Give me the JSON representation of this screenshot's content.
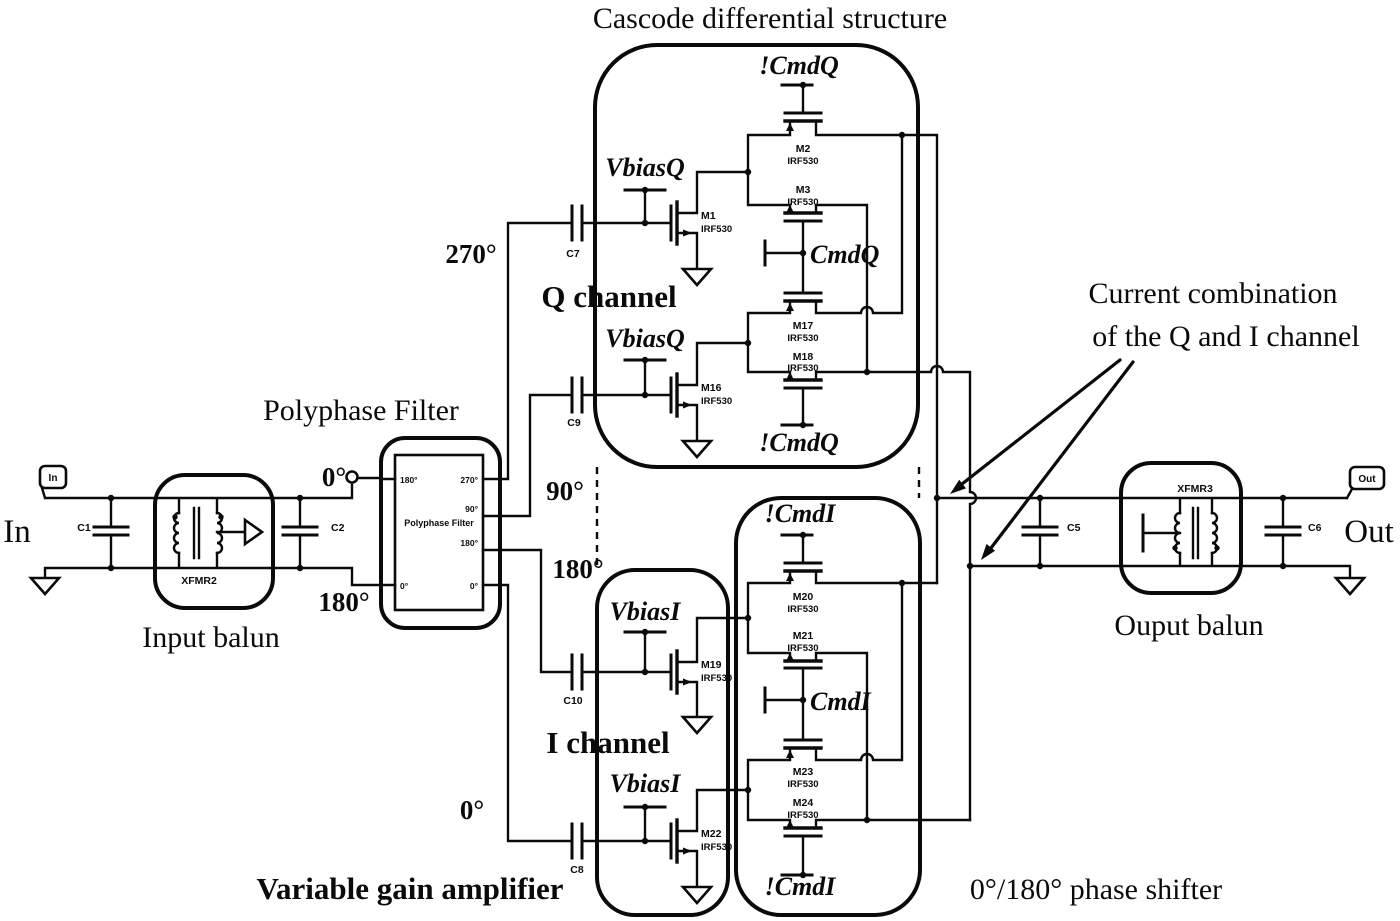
{
  "figure": {
    "titles": {
      "cascode": "Cascode differential structure",
      "current_combination_line1": "Current combination",
      "current_combination_line2": "of the Q and I channel",
      "polyphase_filter": "Polyphase Filter",
      "input_balun": "Input balun",
      "output_balun": "Ouput balun",
      "vga": "Variable gain amplifier",
      "phase_shifter": "0°/180° phase shifter",
      "q_channel": "Q channel",
      "i_channel": "I channel"
    },
    "ports": {
      "in_flag": "In",
      "in_label": "In",
      "out_flag": "Out",
      "out_label": "Out"
    },
    "phase_labels": {
      "input_top": "0°",
      "input_bottom": "180°",
      "q270": "270°",
      "q90": "90°",
      "i180": "180°",
      "i0": "0°"
    },
    "polyphase": {
      "label": "Polyphase Filter",
      "pin_tl": "180°",
      "pin_bl": "0°",
      "pin_tr": "270°",
      "pin_mr": "90°",
      "pin_br": "180°",
      "pin_bbr": "0°"
    },
    "bias": {
      "vbiasq": "VbiasQ",
      "vbiasi": "VbiasI"
    },
    "cmd": {
      "ncmdq": "!CmdQ",
      "cmdq": "CmdQ",
      "ncmdi": "!CmdI",
      "cmdi": "CmdI"
    },
    "transistors": {
      "M1": {
        "name": "M1",
        "model": "IRF530"
      },
      "M2": {
        "name": "M2",
        "model": "IRF530"
      },
      "M3": {
        "name": "M3",
        "model": "IRF530"
      },
      "M16": {
        "name": "M16",
        "model": "IRF530"
      },
      "M17": {
        "name": "M17",
        "model": "IRF530"
      },
      "M18": {
        "name": "M18",
        "model": "IRF530"
      },
      "M19": {
        "name": "M19",
        "model": "IRF530"
      },
      "M20": {
        "name": "M20",
        "model": "IRF530"
      },
      "M21": {
        "name": "M21",
        "model": "IRF530"
      },
      "M22": {
        "name": "M22",
        "model": "IRF530"
      },
      "M23": {
        "name": "M23",
        "model": "IRF530"
      },
      "M24": {
        "name": "M24",
        "model": "IRF530"
      }
    },
    "capacitors": {
      "C1": "C1",
      "C2": "C2",
      "C5": "C5",
      "C6": "C6",
      "C7": "C7",
      "C8": "C8",
      "C9": "C9",
      "C10": "C10"
    },
    "transformers": {
      "XFMR2": "XFMR2",
      "XFMR3": "XFMR3"
    }
  }
}
